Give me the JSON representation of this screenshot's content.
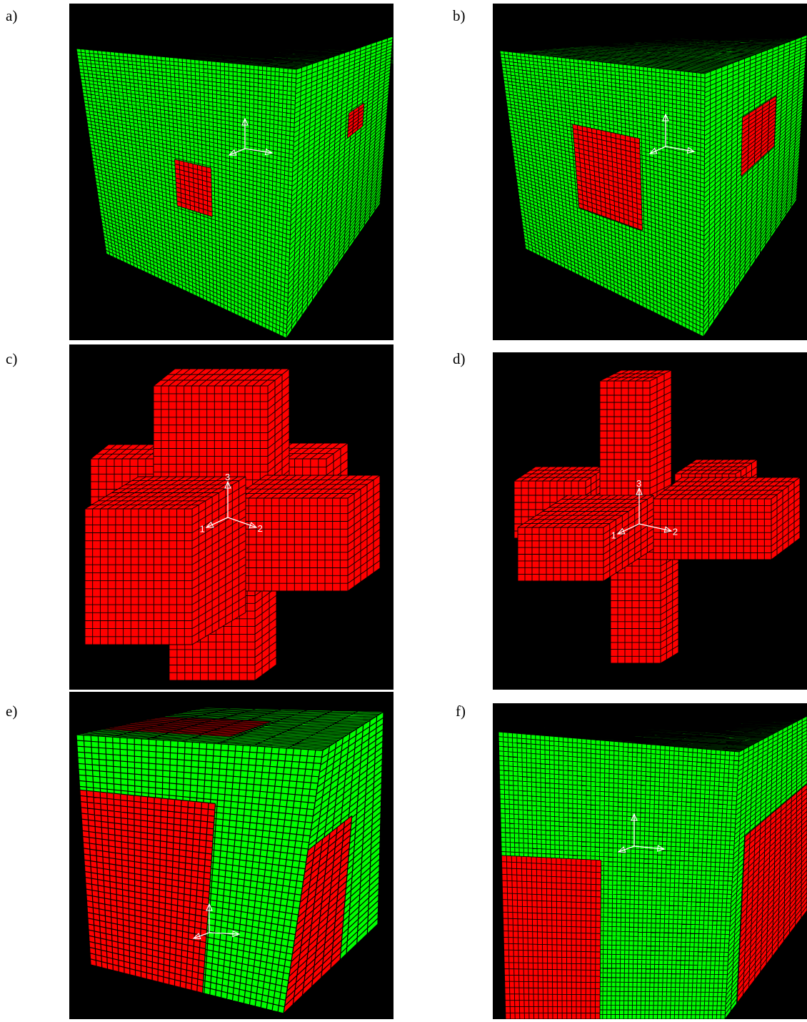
{
  "colors": {
    "matrix": "#00ff00",
    "inclusion": "#ff0000",
    "grid_line": "#000000",
    "background": "#000000",
    "axis": "#ffffff"
  },
  "panels": [
    {
      "label": "a)",
      "model": "cube-small-inclusion-patches",
      "axis_labels": []
    },
    {
      "label": "b)",
      "model": "cube-large-inclusion-patches",
      "axis_labels": []
    },
    {
      "label": "c)",
      "model": "red-cross-thick-arms",
      "axis_labels": [
        "3",
        "2",
        "1"
      ]
    },
    {
      "label": "d)",
      "model": "red-cross-thin-arms",
      "axis_labels": [
        "3",
        "2",
        "1"
      ]
    },
    {
      "label": "e)",
      "model": "cube-corner-inclusion-close-view",
      "axis_labels": []
    },
    {
      "label": "f)",
      "model": "cube-corner-inclusion-far-view",
      "axis_labels": []
    }
  ]
}
